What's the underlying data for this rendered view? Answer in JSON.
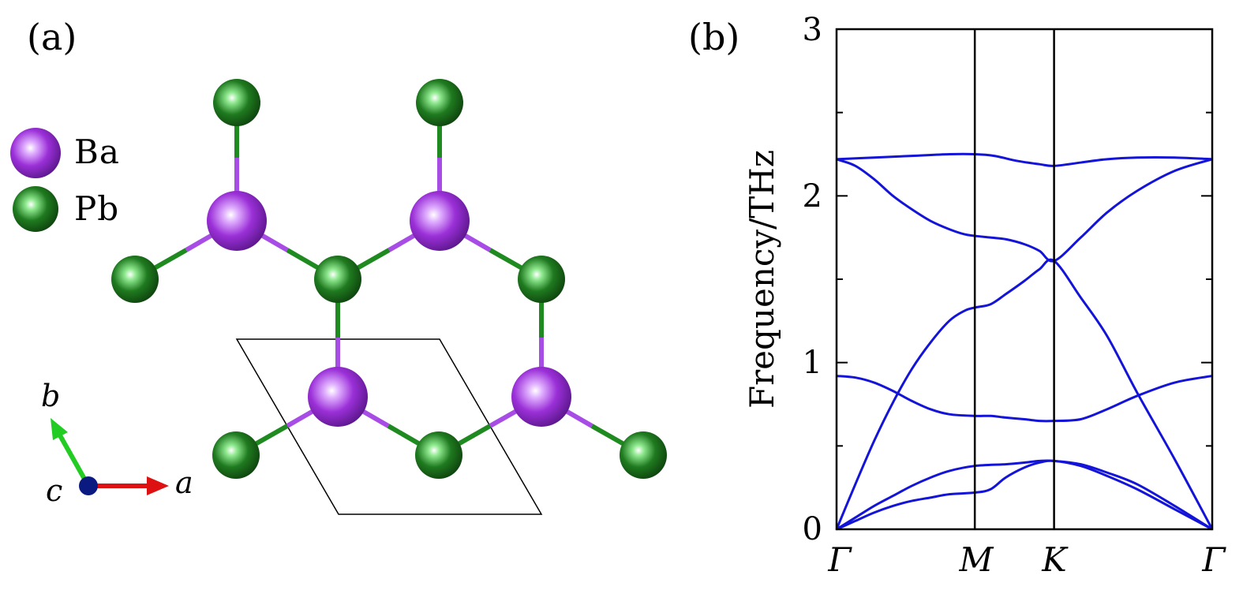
{
  "figure": {
    "panel_a": {
      "label": "(a)",
      "legend": [
        {
          "symbol": "Ba",
          "color": "#9b30d8"
        },
        {
          "symbol": "Pb",
          "color": "#1f7a1f"
        }
      ],
      "axes_labels": {
        "a": "a",
        "b": "b",
        "c": "c"
      },
      "colors": {
        "ba": "#9b30d8",
        "pb": "#1f7a1f",
        "axis_a": "#dd1111",
        "axis_b": "#22cc22",
        "axis_c": "#0a1a80"
      }
    },
    "panel_b": {
      "label": "(b)",
      "ylabel": "Frequency/THz",
      "ytick_labels": [
        "0",
        "1",
        "2",
        "3"
      ],
      "xtick_labels": [
        "Γ",
        "M",
        "K",
        "Γ"
      ],
      "line_color": "#1414d8"
    }
  },
  "chart_data": {
    "type": "line",
    "title": "",
    "xlabel": "",
    "ylabel": "Frequency/THz",
    "ylim": [
      0,
      3
    ],
    "yticks": [
      0,
      1,
      2,
      3
    ],
    "x_path_labels": [
      "Γ",
      "M",
      "K",
      "Γ"
    ],
    "x_path_positions": [
      0,
      0.368,
      0.579,
      1
    ],
    "series": [
      {
        "x": [
          0,
          0.05,
          0.1,
          0.15,
          0.2,
          0.25,
          0.3,
          0.368,
          0.41,
          0.45,
          0.5,
          0.54,
          0.579,
          0.65,
          0.72,
          0.8,
          0.9,
          1
        ],
        "y": [
          0,
          0.05,
          0.1,
          0.14,
          0.17,
          0.19,
          0.21,
          0.22,
          0.24,
          0.31,
          0.37,
          0.4,
          0.41,
          0.38,
          0.32,
          0.24,
          0.12,
          0
        ]
      },
      {
        "x": [
          0,
          0.05,
          0.1,
          0.15,
          0.2,
          0.25,
          0.3,
          0.368,
          0.45,
          0.5,
          0.54,
          0.579,
          0.65,
          0.72,
          0.8,
          0.9,
          1
        ],
        "y": [
          0,
          0.07,
          0.14,
          0.2,
          0.26,
          0.31,
          0.35,
          0.38,
          0.39,
          0.4,
          0.41,
          0.41,
          0.39,
          0.34,
          0.27,
          0.14,
          0
        ]
      },
      {
        "x": [
          0,
          0.05,
          0.1,
          0.15,
          0.2,
          0.25,
          0.3,
          0.368,
          0.41,
          0.45,
          0.5,
          0.54,
          0.579,
          0.65,
          0.72,
          0.8,
          0.9,
          1
        ],
        "y": [
          0.92,
          0.91,
          0.88,
          0.83,
          0.77,
          0.72,
          0.69,
          0.68,
          0.68,
          0.67,
          0.66,
          0.65,
          0.65,
          0.66,
          0.72,
          0.8,
          0.88,
          0.92
        ]
      },
      {
        "x": [
          0,
          0.05,
          0.1,
          0.15,
          0.2,
          0.25,
          0.3,
          0.34,
          0.368,
          0.41,
          0.45,
          0.5,
          0.54,
          0.579,
          0.65,
          0.72,
          0.8,
          0.9,
          1
        ],
        "y": [
          0,
          0.27,
          0.53,
          0.76,
          0.96,
          1.12,
          1.25,
          1.31,
          1.33,
          1.35,
          1.41,
          1.49,
          1.56,
          1.61,
          1.39,
          1.16,
          0.82,
          0.42,
          0
        ]
      },
      {
        "x": [
          0,
          0.05,
          0.1,
          0.15,
          0.2,
          0.25,
          0.3,
          0.34,
          0.368,
          0.41,
          0.45,
          0.5,
          0.54,
          0.579,
          0.65,
          0.72,
          0.8,
          0.9,
          1
        ],
        "y": [
          2.22,
          2.18,
          2.1,
          2.0,
          1.92,
          1.85,
          1.8,
          1.77,
          1.76,
          1.75,
          1.74,
          1.71,
          1.67,
          1.61,
          1.75,
          1.9,
          2.03,
          2.15,
          2.22
        ]
      },
      {
        "x": [
          0,
          0.1,
          0.2,
          0.3,
          0.368,
          0.42,
          0.48,
          0.54,
          0.579,
          0.65,
          0.72,
          0.8,
          0.9,
          1
        ],
        "y": [
          2.22,
          2.23,
          2.24,
          2.25,
          2.25,
          2.24,
          2.21,
          2.19,
          2.18,
          2.2,
          2.22,
          2.23,
          2.23,
          2.22
        ]
      }
    ]
  }
}
